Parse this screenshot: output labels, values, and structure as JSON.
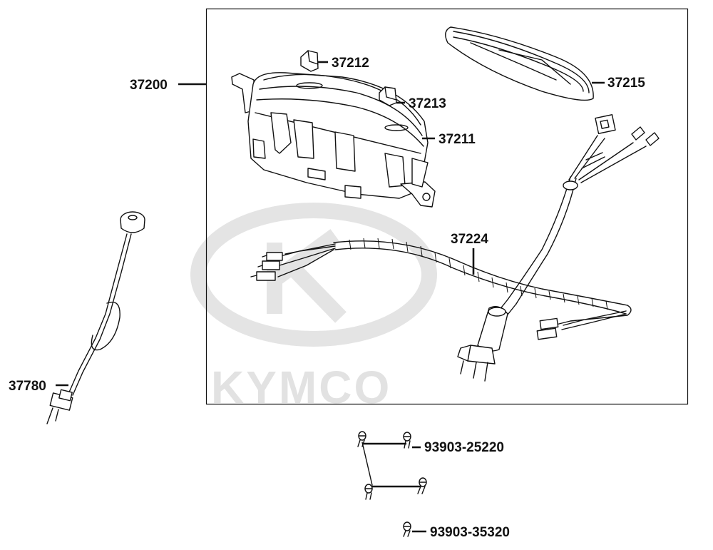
{
  "watermark": {
    "brand": "KYMCO"
  },
  "parts": {
    "p37200": "37200",
    "p37211": "37211",
    "p37212": "37212",
    "p37213": "37213",
    "p37215": "37215",
    "p37224": "37224",
    "p37780": "37780",
    "p93903_25220": "93903-25220",
    "p93903_35320": "93903-35320"
  }
}
